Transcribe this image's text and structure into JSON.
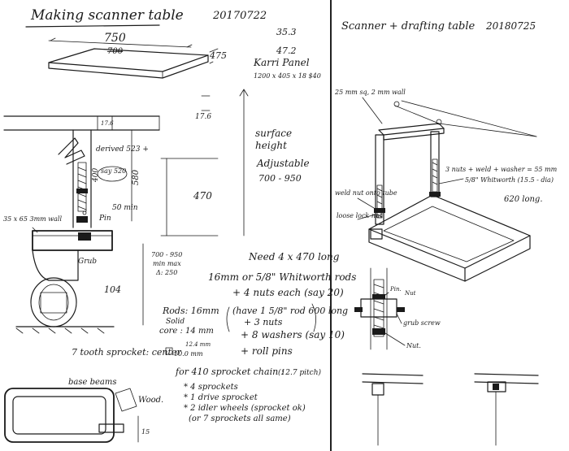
{
  "left": {
    "title": "Making scanner table",
    "date": "20170722",
    "top_width": "750",
    "top_width_old": "700",
    "top_depth": "475",
    "note_a": "35.3",
    "note_b": "47.2",
    "panel_name": "Karri Panel",
    "panel_size": "1200 x 405 x 18  $40",
    "thickness": "17.6",
    "derived": "derived 523 +",
    "say": "say 520",
    "dim_400": "400",
    "dim_580": "580",
    "dim_470": "470",
    "dim_50min": "50 min",
    "pin": "Pin",
    "wall": "35 x 65 3mm wall",
    "grub": "Grub",
    "surface": "surface",
    "height": "height",
    "adjustable": "Adjustable",
    "range": "700 - 950",
    "range_min_max_a": "700 - 950",
    "range_min_max_b": "min  max",
    "delta": "Δ: 250",
    "dim_104": "104",
    "rods_a": "Rods: 16mm",
    "rods_b": "Solid",
    "rods_c": "core : 14 mm",
    "need_1": "Need 4 x 470 long",
    "need_2": "16mm or 5/8\" Whitworth rods",
    "need_3": "+ 4 nuts each (say 20)",
    "need_4": "(have 1 5/8\" rod 600 long",
    "need_5": "+ 3 nuts",
    "need_6": "+ 8 washers (say 10)",
    "need_7": "+ roll pins",
    "sprocket": "7 tooth sprocket: center",
    "sprocket_dim_a": "12.4 mm",
    "sprocket_dim_b": "10.0 mm",
    "chain": "for 410 sprocket chain :",
    "pitch": "(12.7 pitch)",
    "list_1": "* 4 sprockets",
    "list_2": "* 1 drive sprocket",
    "list_3": "* 2 idler wheels (sprocket ok)",
    "list_4": "(or 7 sprockets all same)",
    "base_beams": "base beams",
    "wood": "Wood.",
    "dim_15": "15"
  },
  "right": {
    "title": "Scanner + drafting table",
    "date": "20180725",
    "tube": "25 mm sq, 2 mm wall",
    "nuts": "3 nuts + weld + washer = 55 mm",
    "whitworth": "5/8\" Whitworth (15.5 - dia)",
    "weld_nut": "weld nut onto tube",
    "loose_lock": "loose lock nut",
    "long": "620 long.",
    "pin": "Pin.",
    "nut_top": "Nut",
    "grub": "grub screw",
    "nut_bottom": "Nut."
  }
}
